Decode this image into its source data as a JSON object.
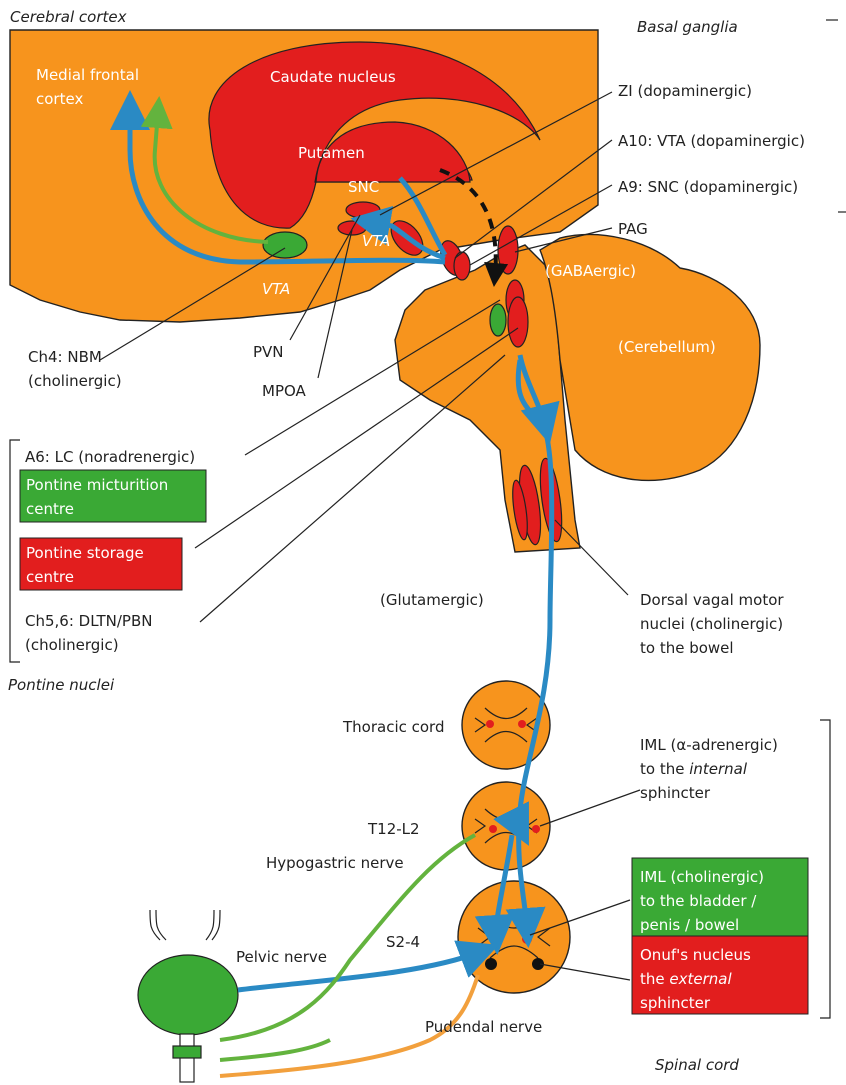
{
  "labels": {
    "cerebral_cortex": "Cerebral cortex",
    "basal_ganglia": "Basal ganglia",
    "medial_frontal_1": "Medial frontal",
    "medial_frontal_2": "cortex",
    "caudate": "Caudate nucleus",
    "putamen": "Putamen",
    "snc": "SNC",
    "vta_inner": "VTA",
    "vta_lower": "VTA",
    "gabaergic": "(GABAergic)",
    "cerebellum": "(Cerebellum)",
    "zi": "ZI (dopaminergic)",
    "a10": "A10: VTA (dopaminergic)",
    "a9": "A9: SNC (dopaminergic)",
    "pag": "PAG",
    "ch4_1": "Ch4: NBM",
    "ch4_2": "(cholinergic)",
    "pvn": "PVN",
    "mpoa": "MPOA",
    "a6": "A6: LC (noradrenergic)",
    "pmc_1": "Pontine micturition",
    "pmc_2": "centre",
    "psc_1": "Pontine storage",
    "psc_2": "centre",
    "ch56_1": "Ch5,6: DLTN/PBN",
    "ch56_2": "(cholinergic)",
    "pontine_nuclei": "Pontine nuclei",
    "glutamergic": "(Glutamergic)",
    "dvmn_1": "Dorsal vagal motor",
    "dvmn_2": "nuclei (cholinergic)",
    "dvmn_3": "to the bowel",
    "thoracic": "Thoracic cord",
    "t12": "T12-L2",
    "hypogastric": "Hypogastric nerve",
    "iml_a_1": "IML (α-adrenergic)",
    "iml_a_2a": "to the ",
    "iml_a_2b": "internal",
    "iml_a_3": "sphincter",
    "iml_c_1": "IML (cholinergic)",
    "iml_c_2": "to the bladder /",
    "iml_c_3": "penis / bowel",
    "onuf_1": "Onuf's nucleus",
    "onuf_2a": "the ",
    "onuf_2b": "external",
    "onuf_3": "sphincter",
    "s24": "S2-4",
    "pelvic": "Pelvic nerve",
    "pudendal": "Pudendal nerve",
    "spinal_cord": "Spinal cord"
  },
  "colors": {
    "brain_orange": "#f7941d",
    "nucleus_red": "#e21e1e",
    "nucleus_green": "#3aa935",
    "pathway_blue": "#2a8ac4",
    "pathway_green": "#63b33e",
    "pathway_orange": "#f2a03d"
  }
}
